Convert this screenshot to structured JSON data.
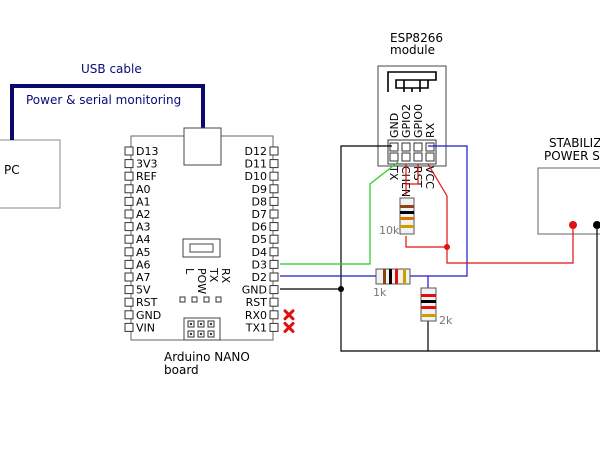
{
  "pc": {
    "label": "PC"
  },
  "usb": {
    "cable_label": "USB cable",
    "purpose_label": "Power & serial monitoring"
  },
  "nano": {
    "caption_line1": "Arduino NANO",
    "caption_line2": "board",
    "left_pins": [
      "D13",
      "3V3",
      "REF",
      "A0",
      "A1",
      "A2",
      "A3",
      "A4",
      "A5",
      "A6",
      "A7",
      "5V",
      "RST",
      "GND",
      "VIN"
    ],
    "right_pins": [
      "D12",
      "D11",
      "D10",
      "D9",
      "D8",
      "D7",
      "D6",
      "D5",
      "D4",
      "D3",
      "D2",
      "GND",
      "RST",
      "RX0",
      "TX1"
    ],
    "led_labels": [
      "L",
      "POW",
      "TX",
      "RX"
    ],
    "disconnected_pins": [
      "RX0",
      "TX1"
    ]
  },
  "esp": {
    "title_line1": "ESP8266",
    "title_line2": "module",
    "top_pins": [
      "GND",
      "GPIO2",
      "GPIO0",
      "RX"
    ],
    "bottom_pins": [
      "TX",
      "CHEN",
      "RST",
      "VCC"
    ]
  },
  "resistors": [
    {
      "label": "10k"
    },
    {
      "label": "1k"
    },
    {
      "label": "2k"
    }
  ],
  "power": {
    "label_line1": "STABILIZED",
    "label_line2": "POWER SOURCE"
  },
  "colors": {
    "usb_cable": "#0a0a6e",
    "wire_green": "#22cc22",
    "wire_blue": "#1a1acc",
    "wire_red": "#e01010",
    "wire_black": "#000000",
    "x_mark": "#e01010",
    "resistor_body": "#f2f2f2"
  }
}
